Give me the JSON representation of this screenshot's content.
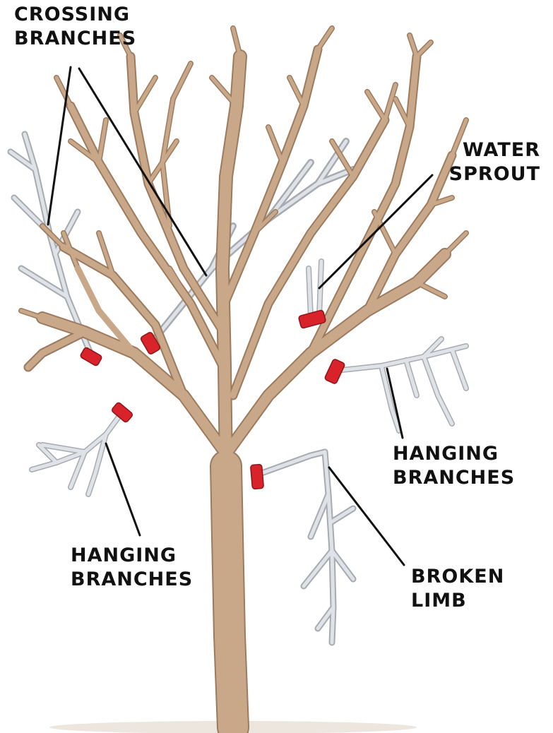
{
  "labels": {
    "crossing": {
      "line1": "CROSSING",
      "line2": "BRANCHES"
    },
    "water": {
      "line1": "WATER",
      "line2": "SPROUT"
    },
    "hanging_right": {
      "line1": "HANGING",
      "line2": "BRANCHES"
    },
    "hanging_left": {
      "line1": "HANGING",
      "line2": "BRANCHES"
    },
    "broken": {
      "line1": "BROKEN",
      "line2": "LIMB"
    }
  },
  "colors": {
    "trunk": "#c9a88a",
    "trunk_outline": "#9c7a5e",
    "pruned_branch": "#d4d8dc",
    "pruned_outline": "#a6abb1",
    "cut_mark": "#d8232a",
    "leader_line": "#111111",
    "ground": "#ece6de"
  }
}
